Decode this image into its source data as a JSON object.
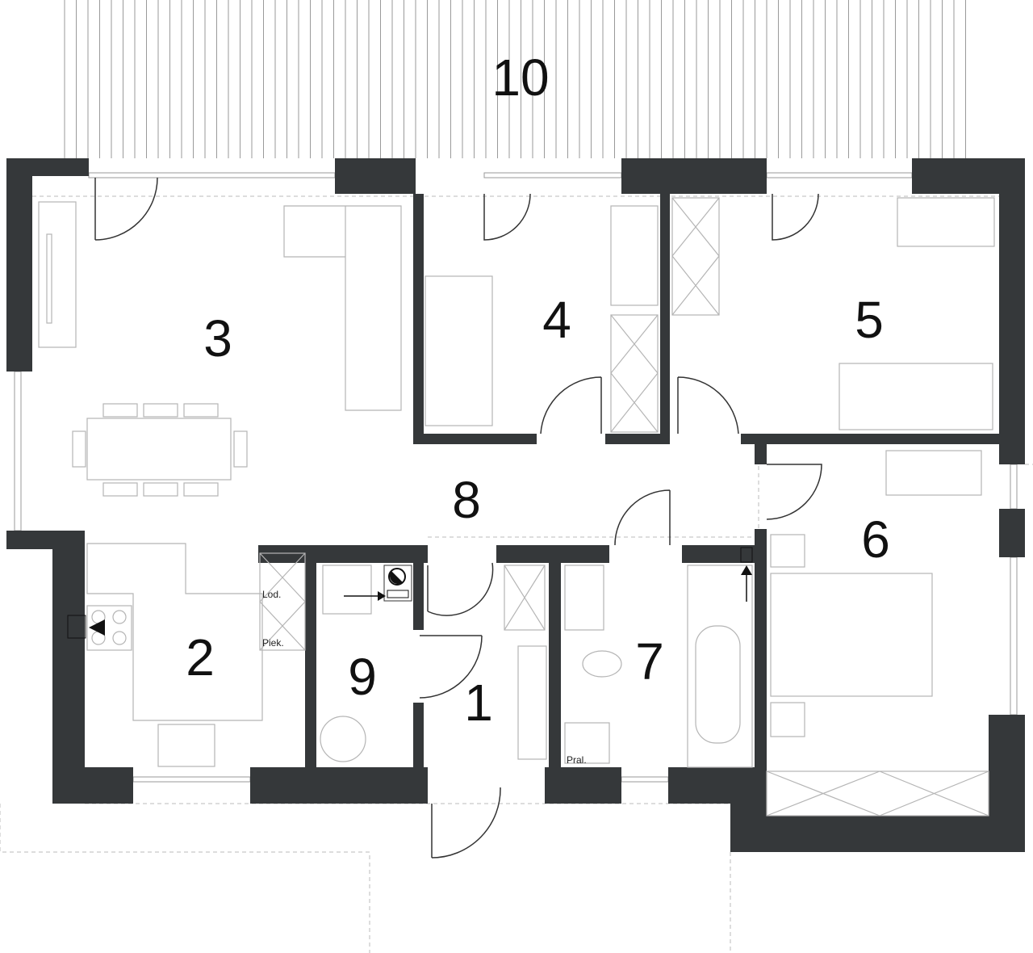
{
  "rooms": [
    {
      "number": "1"
    },
    {
      "number": "2"
    },
    {
      "number": "3"
    },
    {
      "number": "4"
    },
    {
      "number": "5"
    },
    {
      "number": "6"
    },
    {
      "number": "7"
    },
    {
      "number": "8"
    },
    {
      "number": "9"
    },
    {
      "number": "10"
    }
  ],
  "appliance_labels": {
    "fridge": "Lod.",
    "oven": "Piek.",
    "washer": "Pral."
  },
  "colors": {
    "wall": "#35383a",
    "furniture": "#b5b5b5"
  }
}
